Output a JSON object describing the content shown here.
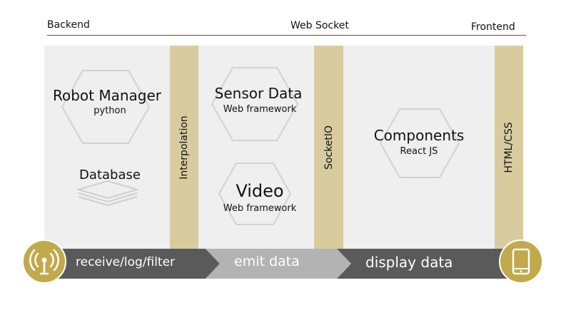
{
  "header": {
    "backend": "Backend",
    "websocket": "Web Socket",
    "frontend": "Frontend"
  },
  "backend": {
    "robot_manager": {
      "title": "Robot Manager",
      "subtitle": "python"
    },
    "database": {
      "title": "Database"
    }
  },
  "bands": {
    "interpolation": "Interpolation",
    "socketio": "SocketIO",
    "html_css": "HTML/CSS"
  },
  "middle": {
    "sensor_data": {
      "title": "Sensor Data",
      "subtitle": "Web framework"
    },
    "video": {
      "title": "Video",
      "subtitle": "Web framework"
    }
  },
  "frontend": {
    "components": {
      "title": "Components",
      "subtitle": "React JS"
    }
  },
  "pipeline": {
    "stage1": "receive/log/filter",
    "stage2": "emit data",
    "stage3": "display data"
  },
  "icons": {
    "left": "antenna-icon",
    "right": "tablet-icon"
  },
  "colors": {
    "gold": "#c1a94c",
    "band": "#d8cc9f",
    "panel": "#efefef",
    "dark_arrow": "#5a5a5a",
    "light_arrow": "#b3b3b3"
  }
}
